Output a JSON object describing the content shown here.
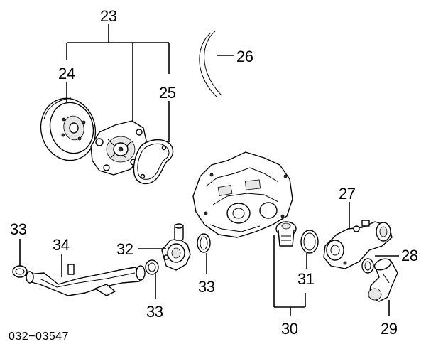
{
  "diagram_code": "032−03547",
  "callouts": {
    "c23": "23",
    "c24": "24",
    "c25": "25",
    "c26": "26",
    "c27": "27",
    "c28": "28",
    "c29": "29",
    "c30": "30",
    "c31": "31",
    "c32": "32",
    "c33a": "33",
    "c33b": "33",
    "c33c": "33",
    "c34": "34"
  }
}
